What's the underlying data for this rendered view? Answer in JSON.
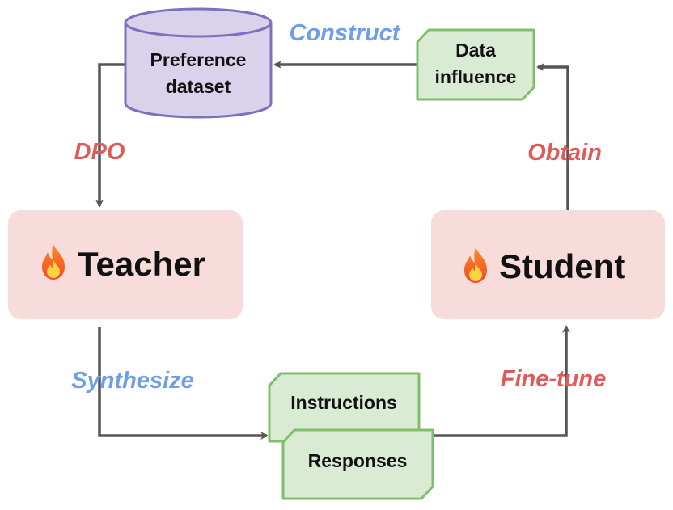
{
  "colors": {
    "edge": "#555555",
    "cylinder_fill": "#d9d2ea",
    "cylinder_stroke": "#7f70bf",
    "doc_fill": "#d9ecd3",
    "doc_stroke": "#7fbe6e",
    "agent_fill": "#f8dcdc",
    "label_blue": "#6d9ee8",
    "label_red": "#e05a5a"
  },
  "nodes": {
    "preference_dataset": {
      "line1": "Preference",
      "line2": "dataset"
    },
    "data_influence": {
      "line1": "Data",
      "line2": "influence"
    },
    "teacher": {
      "label": "Teacher",
      "icon": "fire-icon"
    },
    "student": {
      "label": "Student",
      "icon": "fire-icon"
    },
    "instructions": {
      "label": "Instructions"
    },
    "responses": {
      "label": "Responses"
    }
  },
  "edges": {
    "construct": "Construct",
    "dpo": "DPO",
    "obtain": "Obtain",
    "synthesize": "Synthesize",
    "fine_tune": "Fine-tune"
  }
}
